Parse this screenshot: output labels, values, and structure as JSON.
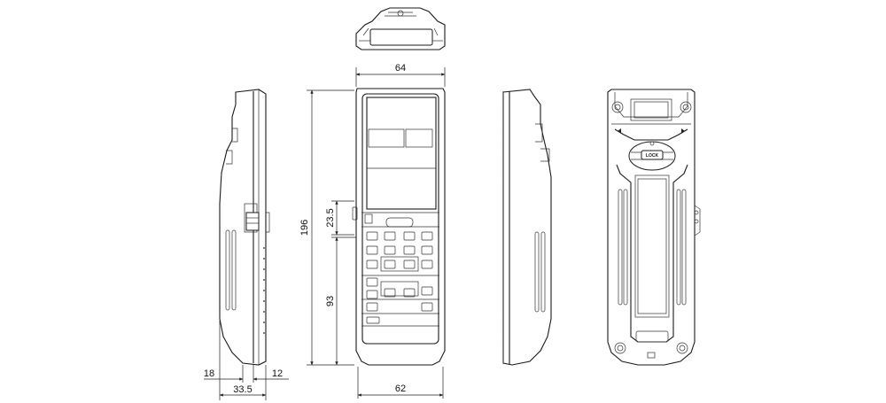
{
  "dimensions": {
    "top_width": "64",
    "height": "196",
    "key_section": "23.5",
    "lower_section": "93",
    "bottom_width": "62",
    "side_left": "18",
    "side_right": "12",
    "side_total": "33.5"
  },
  "labels": {
    "lock": "LOCK"
  },
  "colors": {
    "line": "#1a1a1a",
    "background": "#ffffff"
  }
}
